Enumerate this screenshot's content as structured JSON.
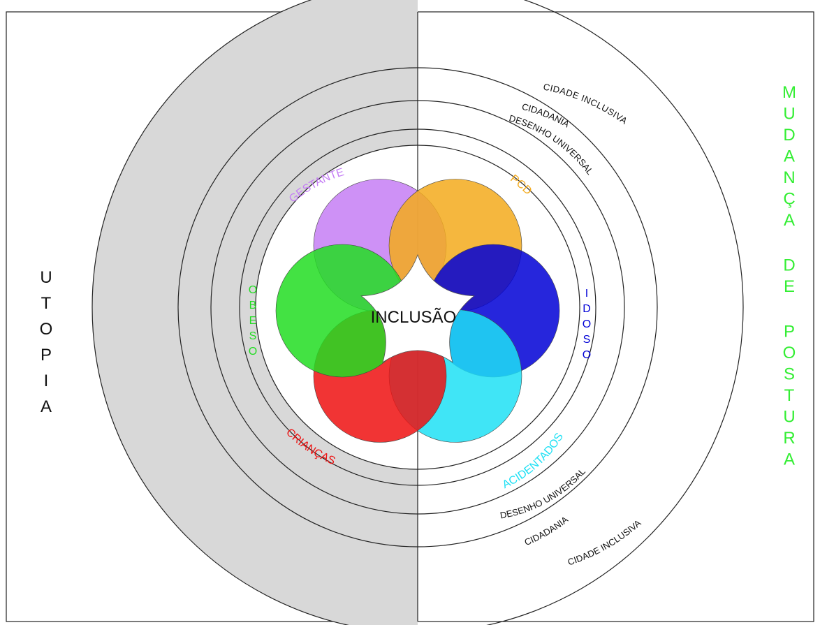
{
  "center_label": "INCLUSÃO",
  "ring_labels_upper": [
    "CIDADE INCLUSIVA",
    "CIDADANIA",
    "DESENHO UNIVERSAL"
  ],
  "ring_labels_lower": [
    "DESENHO UNIVERSAL",
    "CIDADANIA",
    "CIDADE INCLUSIVA"
  ],
  "left_word": "UTOPIA",
  "right_words": [
    "MUDANÇA",
    "DE",
    "POSTURA"
  ],
  "groups": [
    {
      "label": "GESTANTE",
      "color": "#c57ef5"
    },
    {
      "label": "PCD",
      "color": "#f3aa1c"
    },
    {
      "label": "IDOSO",
      "color": "#0000d6"
    },
    {
      "label": "ACIDENTADOS",
      "color": "#1ee0f4"
    },
    {
      "label": "CRIANÇAS",
      "color": "#ee1111"
    },
    {
      "label": "OBESO",
      "color": "#22dd22"
    }
  ],
  "colors": {
    "utopia_fill": "#d8d8d8",
    "right_text": "#33ee33",
    "line": "#222222"
  }
}
